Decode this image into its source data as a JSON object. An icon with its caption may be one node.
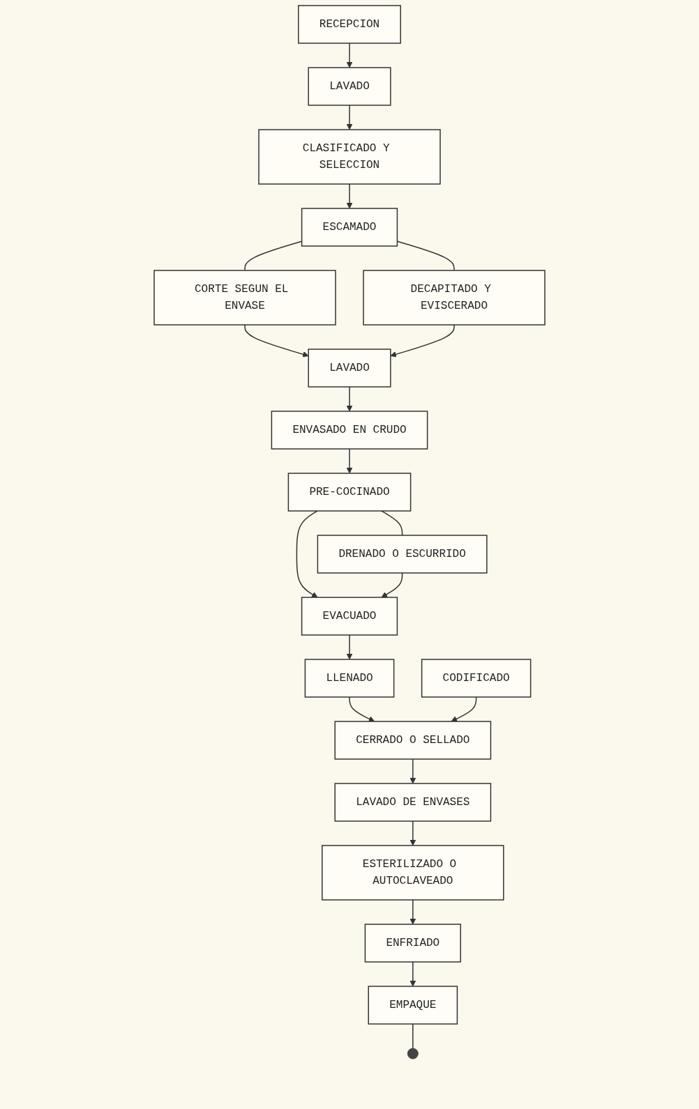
{
  "diagram": {
    "nodes": [
      {
        "text": [
          "RECEPCION"
        ]
      },
      {
        "text": [
          "LAVADO"
        ]
      },
      {
        "text": [
          "CLASIFICADO Y SELECCION"
        ]
      },
      {
        "text": [
          "CORTE SEGUN EL ENVASE"
        ]
      },
      {
        "text": [
          "ESCAMADO"
        ]
      },
      {
        "text": [
          "DECAPITADO Y EVISCERADO"
        ]
      },
      {
        "text": [
          "LAVADO"
        ]
      },
      {
        "text": [
          "ENVASADO EN CRUDO"
        ]
      },
      {
        "text": [
          "PRE-COCINADO"
        ]
      },
      {
        "text": [
          "DRENADO O ESCURRIDO"
        ]
      },
      {
        "text": [
          "EVACUADO"
        ]
      },
      {
        "text": [
          "LLENADO"
        ]
      },
      {
        "text": [
          "CERRADO O SELLADO"
        ]
      },
      {
        "text": [
          "CODIFICADO"
        ]
      },
      {
        "text": [
          "LAVADO DE ENVASES"
        ]
      },
      {
        "text": [
          "ESTERILIZADO O AUTOCLAVEADO"
        ]
      },
      {
        "text": [
          "ENFRIADO"
        ]
      },
      {
        "text": [
          "EMPAQUE"
        ]
      },
      {
        "text": [],
        "shape": "circle"
      }
    ],
    "edges": [
      {
        "from": 0,
        "to": 1,
        "arrow": "to"
      },
      {
        "from": 1,
        "to": 2,
        "arrow": "to"
      },
      {
        "from": 2,
        "to": 4,
        "arrow": "to"
      },
      {
        "from": 4,
        "to": 3,
        "arrow": "none"
      },
      {
        "from": 4,
        "to": 5,
        "arrow": "none"
      },
      {
        "from": 3,
        "to": 6,
        "arrow": "to"
      },
      {
        "from": 5,
        "to": 6,
        "arrow": "to"
      },
      {
        "from": 6,
        "to": 7,
        "arrow": "to"
      },
      {
        "from": 7,
        "to": 8,
        "arrow": "to"
      },
      {
        "from": 8,
        "to": 9,
        "arrow": "none"
      },
      {
        "from": 8,
        "to": 10,
        "arrow": "to"
      },
      {
        "from": 9,
        "to": 10,
        "arrow": "to"
      },
      {
        "from": 10,
        "to": 11,
        "arrow": "to"
      },
      {
        "from": 11,
        "to": 12,
        "arrow": "to"
      },
      {
        "from": 13,
        "to": 12,
        "arrow": "to"
      },
      {
        "from": 12,
        "to": 14,
        "arrow": "to"
      },
      {
        "from": 14,
        "to": 15,
        "arrow": "to"
      },
      {
        "from": 15,
        "to": 16,
        "arrow": "to"
      },
      {
        "from": 16,
        "to": 17,
        "arrow": "to"
      },
      {
        "from": 17,
        "to": 18,
        "arrow": "none"
      }
    ]
  }
}
